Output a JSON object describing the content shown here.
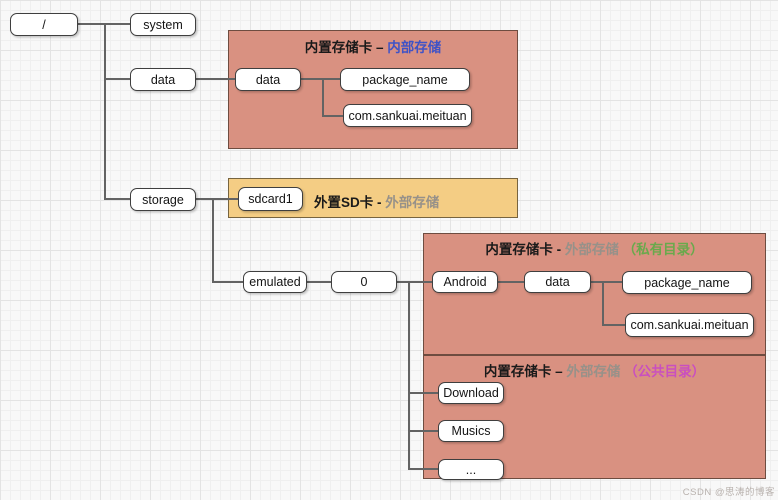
{
  "nodes": {
    "root": "/",
    "system": "system",
    "data_tree": "data",
    "storage": "storage",
    "data_internal": "data",
    "package_name_internal": "package_name",
    "meituan_internal": "com.sankuai.meituan",
    "sdcard1": "sdcard1",
    "emulated": "emulated",
    "zero": "0",
    "android": "Android",
    "data_external": "data",
    "package_name_external": "package_name",
    "meituan_external": "com.sankuai.meituan",
    "download": "Download",
    "musics": "Musics",
    "more": "..."
  },
  "boxes": {
    "internal": {
      "label_main": "内置存储卡 – ",
      "label_accent": "内部存储"
    },
    "sdcard": {
      "label_main": "外置SD卡 - ",
      "label_sub": "外部存储"
    },
    "external_private": {
      "label_main": "内置存储卡 - ",
      "label_sub": "外部存储",
      "label_tag": "（私有目录）"
    },
    "external_public": {
      "label_main": "内置存储卡 – ",
      "label_sub": "外部存储",
      "label_tag": "（公共目录）"
    }
  },
  "watermark": "CSDN @思涛的博客",
  "colors": {
    "salmon_fill": "#d99181",
    "salmon_border": "#6e4c40",
    "orange_fill": "#f4cd84",
    "internal_accent_blue": "#4053c6",
    "sub_gray": "#979189",
    "private_tag_green": "#69a94c",
    "public_tag_pink": "#c94fc0",
    "edge_gray": "#636363"
  }
}
